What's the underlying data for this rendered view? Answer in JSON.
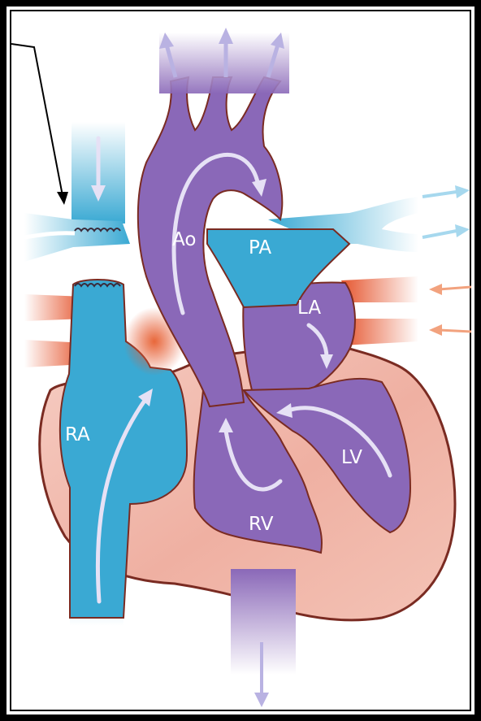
{
  "labels": {
    "ao": "Ao",
    "pa": "PA",
    "la": "LA",
    "ra": "RA",
    "lv": "LV",
    "rv": "RV"
  },
  "colors": {
    "frame": "#000000",
    "background": "#ffffff",
    "outline": "#7a2b22",
    "deoxygenated_blue": "#3aa9d3",
    "mixed_purple": "#8a68b8",
    "oxygenated_red": "#e5552e",
    "heart_muscle": "#f2b8ab",
    "flow_arrow": "#e6e1f5",
    "outflow_arrow": "#b9b2e2",
    "inflow_arrow_blue": "#a6d8ee",
    "inflow_arrow_red": "#f2a27e"
  },
  "icons": [
    "pointer-arrow",
    "flow-arrow",
    "stitch-line"
  ]
}
